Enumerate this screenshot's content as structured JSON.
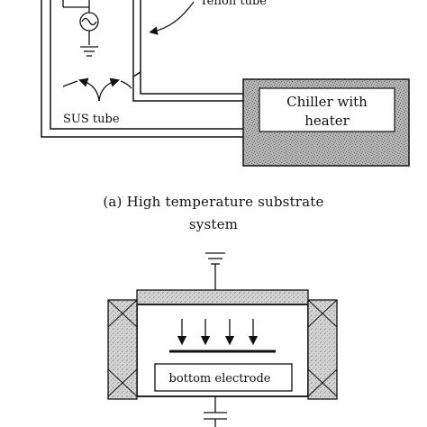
{
  "top_panel": {
    "label_teflon_tube": "Teflon tube",
    "label_sus_tube": "SUS tube",
    "chiller_text_line1": "Chiller with",
    "chiller_text_line2": "heater",
    "caption_line1": "(a) High temperature substrate",
    "caption_line2": "system"
  },
  "bottom_panel": {
    "electrode_label": "bottom electrode"
  },
  "colors": {
    "ink": "#111111",
    "speckle_fill": "#9a9a9a",
    "chiller_inner": "#ffffff"
  },
  "icons": [
    "ac-source-icon",
    "ground-icon",
    "arrow-icon",
    "coil-cross-icon"
  ]
}
